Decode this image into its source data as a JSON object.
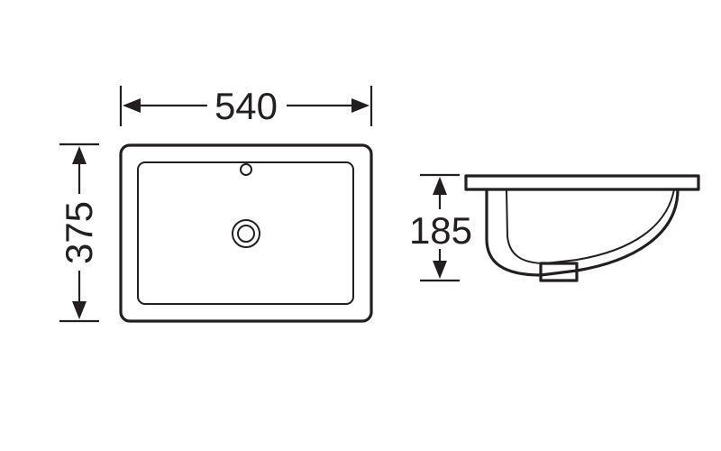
{
  "top_view": {
    "width_label": "540",
    "depth_label": "375"
  },
  "side_view": {
    "height_label": "185"
  },
  "colors": {
    "line": "#231f20",
    "background": "#ffffff"
  }
}
